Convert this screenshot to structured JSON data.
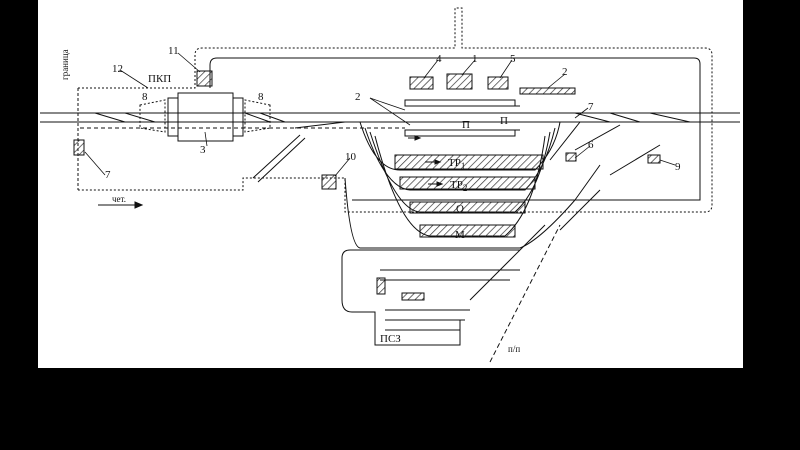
{
  "scheme": {
    "labels": {
      "border": "граница",
      "pkp": "ПКП",
      "direction": "чет.",
      "track_p1": "П",
      "track_p2": "П",
      "track_tr1": "ТР",
      "tr1_sub": "1",
      "track_tr2": "ТР",
      "tr2_sub": "2",
      "track_o": "О",
      "track_m": "М",
      "psz": "ПСЗ",
      "np": "п/п"
    },
    "numbers": {
      "n1": "1",
      "n2a": "2",
      "n2b": "2",
      "n3": "3",
      "n4": "4",
      "n5": "5",
      "n6": "6",
      "n7a": "7",
      "n7b": "7",
      "n8a": "8",
      "n8b": "8",
      "n9": "9",
      "n10": "10",
      "n11": "11",
      "n12": "12"
    },
    "colors": {
      "background": "#000000",
      "sheet": "#ffffff",
      "line": "#111111",
      "hatch": "#333333"
    }
  }
}
